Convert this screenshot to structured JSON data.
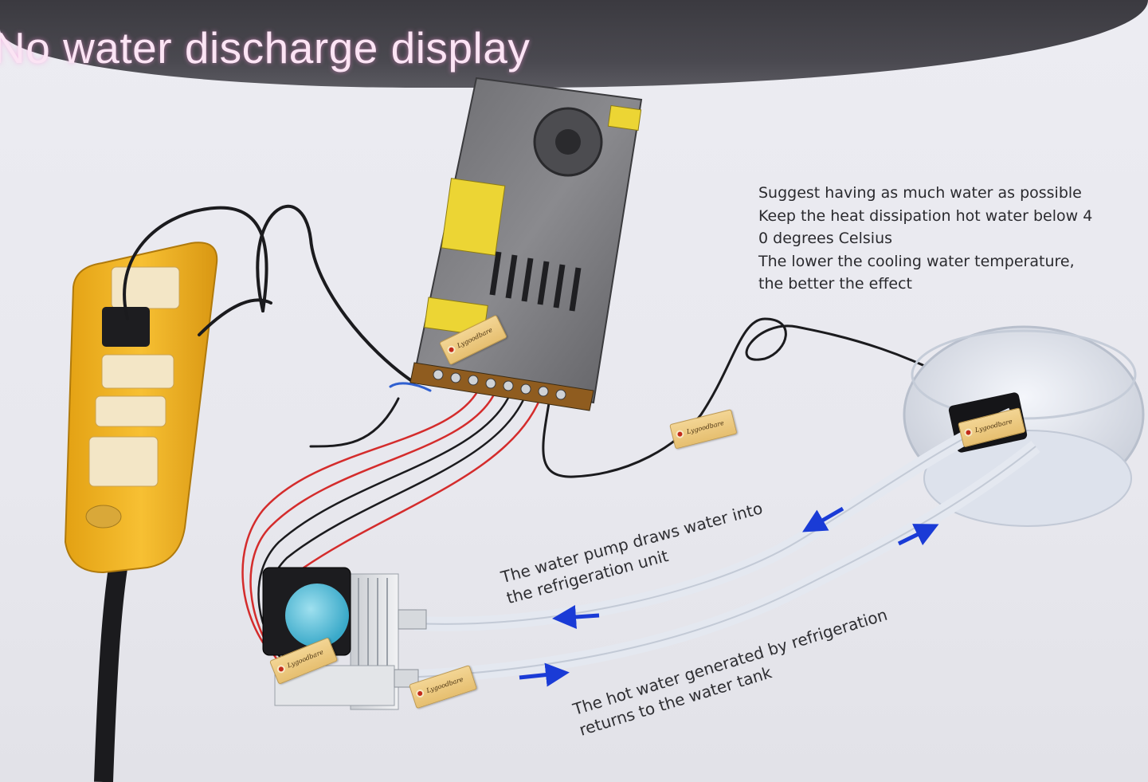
{
  "headline": "No water discharge display",
  "advice_note": {
    "lines": [
      "Suggest having as much water as possible",
      "Keep the heat dissipation hot water below 4",
      "0 degrees Celsius",
      "The lower the cooling water temperature,",
      "the better the effect"
    ]
  },
  "callouts": {
    "pump_draw": {
      "line1": "The water pump draws water into",
      "line2": "the refrigeration unit"
    },
    "hot_return": {
      "line1": "The hot water generated by refrigeration",
      "line2": "returns to the water tank"
    }
  },
  "tags": {
    "brand": "Lygoodbare"
  },
  "components": {
    "power_strip_icon": "power-strip",
    "power_supply_icon": "switching-power-supply",
    "cooler_icon": "peltier-cooler-with-fan",
    "water_tank_icon": "water-container-with-pump",
    "flow_arrow_icon": "arrow"
  },
  "colors": {
    "headline": "#fbe4f4",
    "flow_arrow": "#1a3bd6",
    "power_strip": "#f2b422",
    "tag": "#ecc97f"
  }
}
